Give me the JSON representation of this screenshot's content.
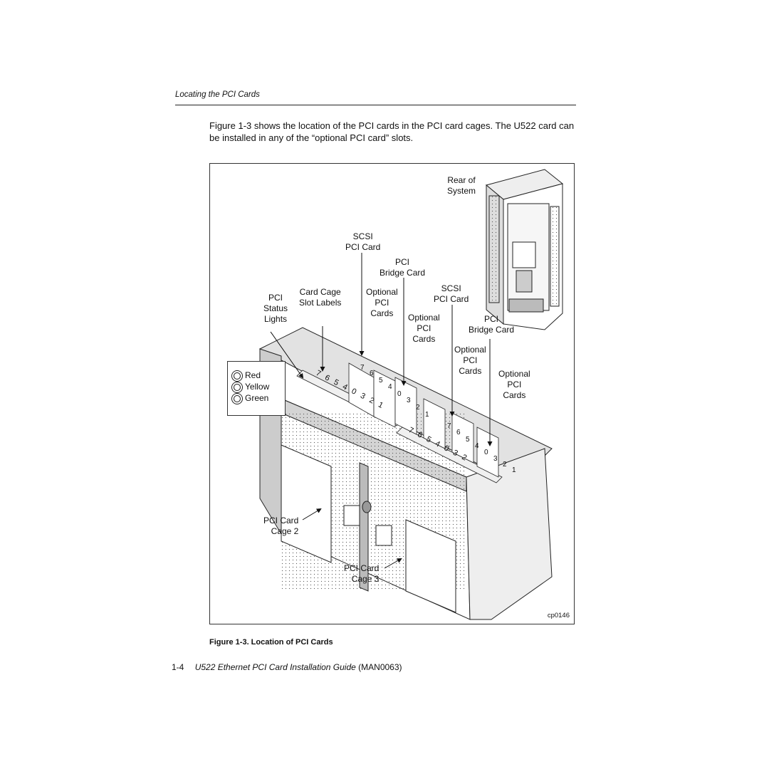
{
  "page": {
    "header": "Locating the PCI Cards",
    "intro": "Figure 1-3 shows the location of the PCI cards in the PCI card cages. The U522 card can be installed in any of the “optional PCI card” slots.",
    "caption": "Figure 1-3. Location of PCI Cards",
    "footer": {
      "page_number": "1-4",
      "title": "U522 Ethernet  PCI Card Installation Guide",
      "doc_id": "(MAN0063)"
    }
  },
  "figure": {
    "id": "cp0146",
    "labels": {
      "rear_of_system": [
        "Rear of",
        "System"
      ],
      "scsi_pci_card_1": [
        "SCSI",
        "PCI Card"
      ],
      "pci_bridge_card_1": [
        "PCI",
        "Bridge Card"
      ],
      "pci_status_lights": [
        "PCI",
        "Status",
        "Lights"
      ],
      "card_cage_slot_labels": [
        "Card Cage",
        "Slot Labels"
      ],
      "optional_pci_cards_1": [
        "Optional",
        "PCI",
        "Cards"
      ],
      "optional_pci_cards_2": [
        "Optional",
        "PCI",
        "Cards"
      ],
      "scsi_pci_card_2": [
        "SCSI",
        "PCI Card"
      ],
      "pci_bridge_card_2": [
        "PCI",
        "Bridge Card"
      ],
      "optional_pci_cards_3": [
        "Optional",
        "PCI",
        "Cards"
      ],
      "optional_pci_cards_4": [
        "Optional",
        "PCI",
        "Cards"
      ],
      "pci_card_cage_2": [
        "PCI Card",
        "Cage 2"
      ],
      "pci_card_cage_3": [
        "PCI Card",
        "Cage 3"
      ]
    },
    "legend": [
      "Red",
      "Yellow",
      "Green"
    ],
    "slot_numbers": [
      "7",
      "6",
      "5",
      "4",
      "0",
      "3",
      "2",
      "1"
    ]
  }
}
